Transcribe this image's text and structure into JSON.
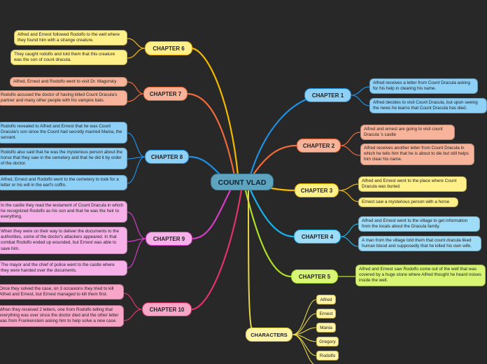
{
  "root": "COUNT VLAD",
  "chapters": {
    "c1": {
      "label": "CHAPTER 1",
      "notes": [
        "Alfred receives a letter from Count Dracula asking for his help in clearing his name.",
        "Alfred decides to visit Count Dracula, but upon seeing the news he learns that Count Dracula has died."
      ]
    },
    "c2": {
      "label": "CHAPTER 2",
      "notes": [
        "Alfred and ernest are going to visit count Dracula 's castle",
        "Alfred receives another letter from Count Dracula in which he tells him that he is about to die but still helps him clear his name."
      ]
    },
    "c3": {
      "label": "CHAPTER 3",
      "notes": [
        "Alfred and Ernest went to the place where Count Dracula was buried.",
        "Ernest saw a mysterious person with a horse"
      ]
    },
    "c4": {
      "label": "CHAPTER 4",
      "notes": [
        "Alfred and Ernest went to the village to get information from the locals about the Dracula family.",
        "A man from the village told them that count dracula liked human blood and supposedly that he killed his own wife."
      ]
    },
    "c5": {
      "label": "CHAPTER 5",
      "notes": [
        "Alfred and Ernest saw Rodolfo come out of the well that was covered by a huge stone where Alfred thought he heard noises inside the well."
      ]
    },
    "c6": {
      "label": "CHAPTER 6",
      "notes": [
        "Alfred and Ernest followed Rodolfo to the well where they found him with a strange creature.",
        "They caught rodolfo and told them that this creature was the son of count dracula."
      ]
    },
    "c7": {
      "label": "CHAPTER 7",
      "notes": [
        "Alfred, Ernest and Rodolfo went to visit Dr. Magorsky",
        "Rodolfo accused the doctor of having killed Count Dracula's partner and many other people with his vampire bats."
      ]
    },
    "c8": {
      "label": "CHAPTER 8",
      "notes": [
        "Rodolfo revealed to Alfred and Ernest that he was Count Dracula's son since the Count had secretly married Mania, the servant.",
        "Rodolfo also said that he was the mysterious person about the horse that they saw in the cemetery and that he did it by order of the doctor.",
        "Alfred, Ernest and Rodolfo went to the cemetery to look for a letter or his will in the earl's coffin."
      ]
    },
    "c9": {
      "label": "CHAPTER 9",
      "notes": [
        "In the castle they read the testament of Count Dracula in which he recognized Rodolfo as his son and that he was the heir to everything.",
        "When they were on their way to deliver the documents to the authorities, some of the doctor's attackers appeared. In that combat Rodolfo ended up wounded, but Ernest was able to save him.",
        "The mayor and the chief of police went to the castle where they were handed over the documents."
      ]
    },
    "c10": {
      "label": "CHAPTER 10",
      "notes": [
        "Once they solved the case, on 3 occasions they tried to kill Alfred and Ernest, but Ernest managed to kill them first.",
        "When they received 2 letters, one from Rodolfo telling that everything was over since the doctor died and the other letter was from Frankenstein asking him to help solve a new case."
      ]
    }
  },
  "characters": {
    "label": "CHARACTERS",
    "items": [
      "Alfred",
      "Ernest",
      "Mania",
      "Gregory",
      "Rodolfo"
    ]
  },
  "colors": {
    "background": "#282828",
    "blue": "#8fd0f7",
    "orange": "#f8b49a",
    "yellow": "#fff089",
    "green": "#d9f576",
    "pink": "#f6b1e8"
  }
}
